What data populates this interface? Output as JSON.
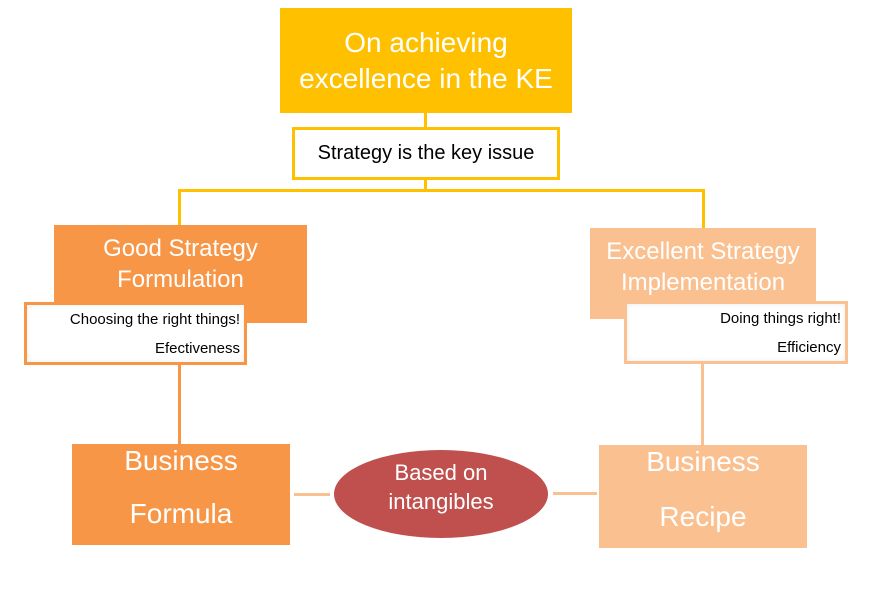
{
  "title_box": {
    "line1": "On achieving",
    "line2": "excellence in the KE"
  },
  "key_issue": "Strategy is the key issue",
  "left_branch": {
    "heading_line1": "Good Strategy",
    "heading_line2": "Formulation",
    "note_line1": "Choosing the right things!",
    "note_line2": "Efectiveness",
    "result_line1": "Business",
    "result_line2": "Formula"
  },
  "right_branch": {
    "heading_line1": "Excellent Strategy",
    "heading_line2": "Implementation",
    "note_line1": "Doing things right!",
    "note_line2": "Efficiency",
    "result_line1": "Business",
    "result_line2": "Recipe"
  },
  "center": {
    "line1": "Based on",
    "line2": "intangibles"
  },
  "colors": {
    "gold": "#ffc000",
    "orange": "#f79646",
    "light_orange": "#fac090",
    "red": "#c0504d"
  }
}
